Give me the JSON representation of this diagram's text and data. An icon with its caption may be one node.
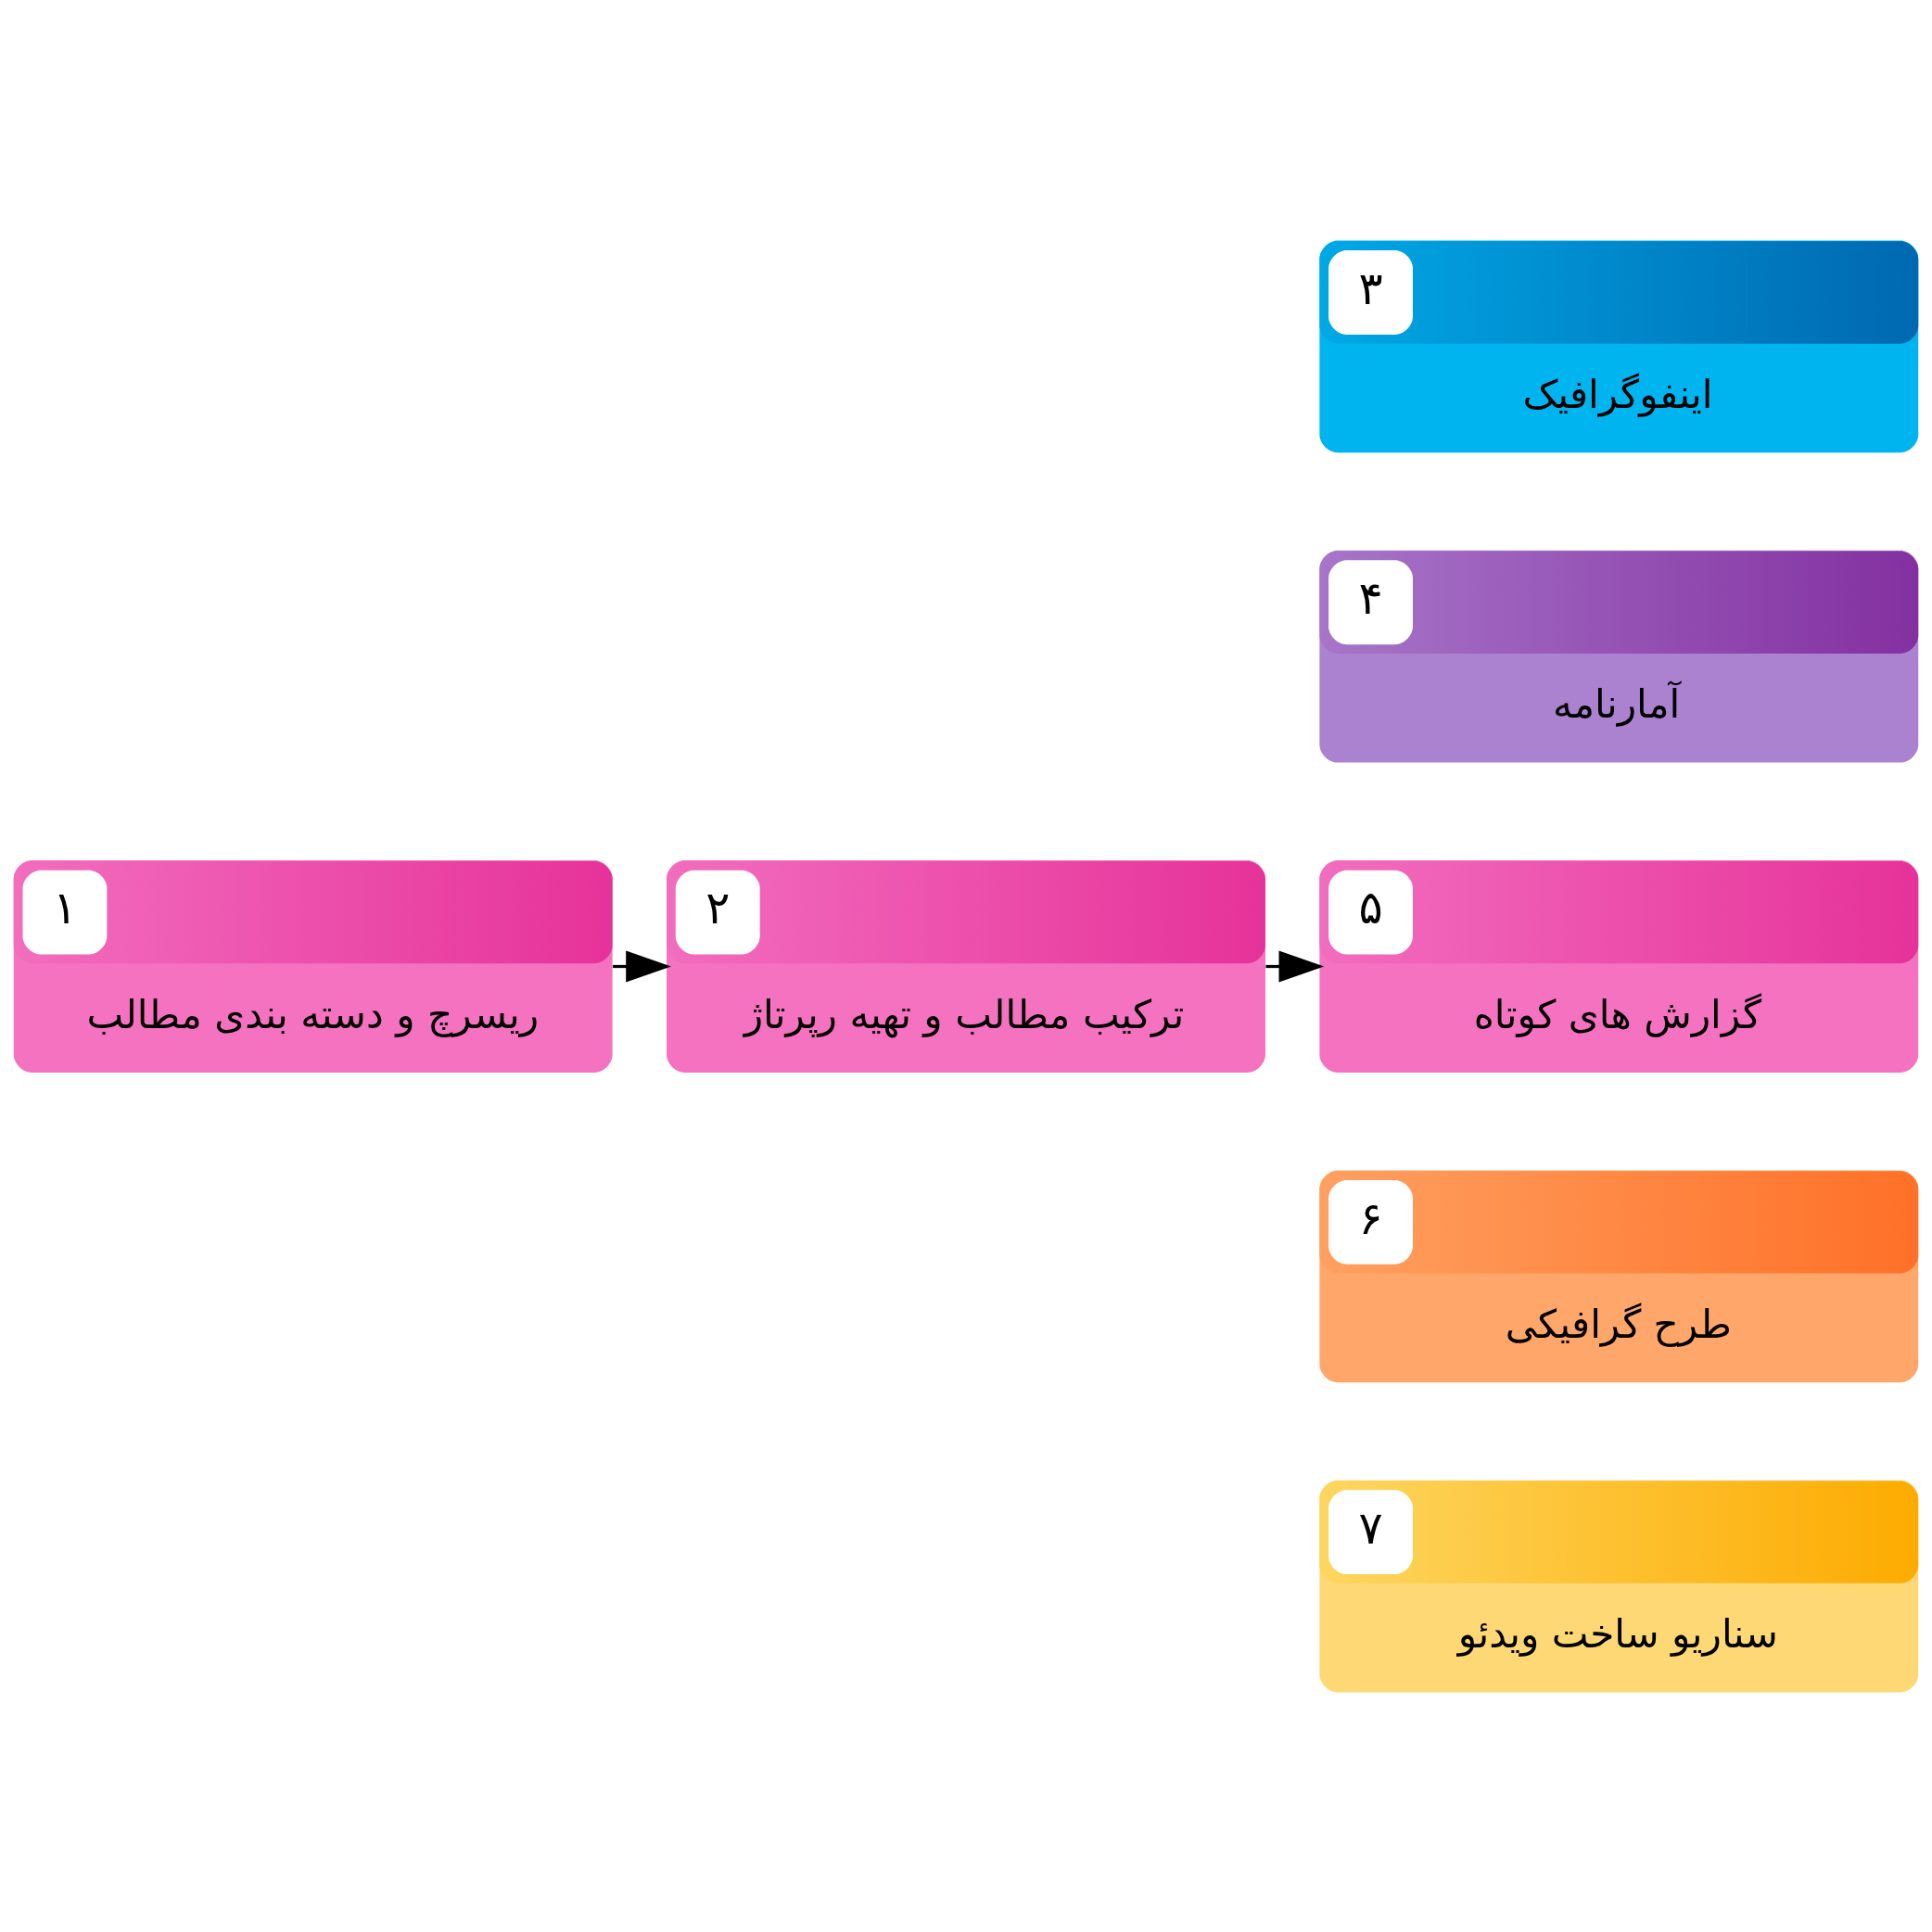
{
  "diagram": {
    "nodes": [
      {
        "text": [
          "۱",
          "ریسرچ و دسته بندی مطالب"
        ]
      },
      {
        "text": [
          "۲",
          "ترکیب مطالب و تهیه رپرتاژ"
        ]
      },
      {
        "text": [
          "۳",
          "اینفوگرافیک"
        ]
      },
      {
        "text": [
          "۴",
          "آمارنامه"
        ]
      },
      {
        "text": [
          "۵",
          "گزارش های کوتاه"
        ]
      },
      {
        "text": [
          "۶",
          "طرح گرافیکی"
        ]
      },
      {
        "text": [
          "۷",
          "سناریو ساخت ویدئو"
        ]
      }
    ],
    "edges": [
      {
        "from": 0,
        "to": 1,
        "arrow": "to"
      },
      {
        "from": 1,
        "to": 4,
        "arrow": "to"
      }
    ]
  }
}
